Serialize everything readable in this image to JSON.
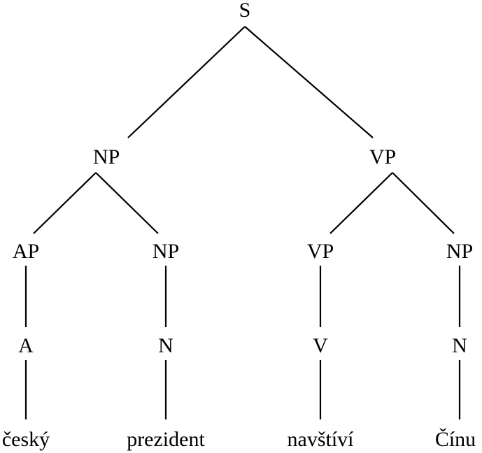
{
  "tree": {
    "nodes": [
      {
        "id": "s",
        "label": "S"
      },
      {
        "id": "np1",
        "label": "NP"
      },
      {
        "id": "vp1",
        "label": "VP"
      },
      {
        "id": "ap",
        "label": "AP"
      },
      {
        "id": "np2",
        "label": "NP"
      },
      {
        "id": "vp2",
        "label": "VP"
      },
      {
        "id": "np3",
        "label": "NP"
      },
      {
        "id": "a",
        "label": "A"
      },
      {
        "id": "n1",
        "label": "N"
      },
      {
        "id": "v",
        "label": "V"
      },
      {
        "id": "n2",
        "label": "N"
      },
      {
        "id": "w1",
        "label": "český"
      },
      {
        "id": "w2",
        "label": "prezident"
      },
      {
        "id": "w3",
        "label": "navštíví"
      },
      {
        "id": "w4",
        "label": "Čínu"
      }
    ],
    "edges": [
      [
        "s",
        "np1"
      ],
      [
        "s",
        "vp1"
      ],
      [
        "np1",
        "ap"
      ],
      [
        "np1",
        "np2"
      ],
      [
        "vp1",
        "vp2"
      ],
      [
        "vp1",
        "np3"
      ],
      [
        "ap",
        "a"
      ],
      [
        "np2",
        "n1"
      ],
      [
        "vp2",
        "v"
      ],
      [
        "np3",
        "n2"
      ],
      [
        "a",
        "w1"
      ],
      [
        "n1",
        "w2"
      ],
      [
        "v",
        "w3"
      ],
      [
        "n2",
        "w4"
      ]
    ]
  }
}
